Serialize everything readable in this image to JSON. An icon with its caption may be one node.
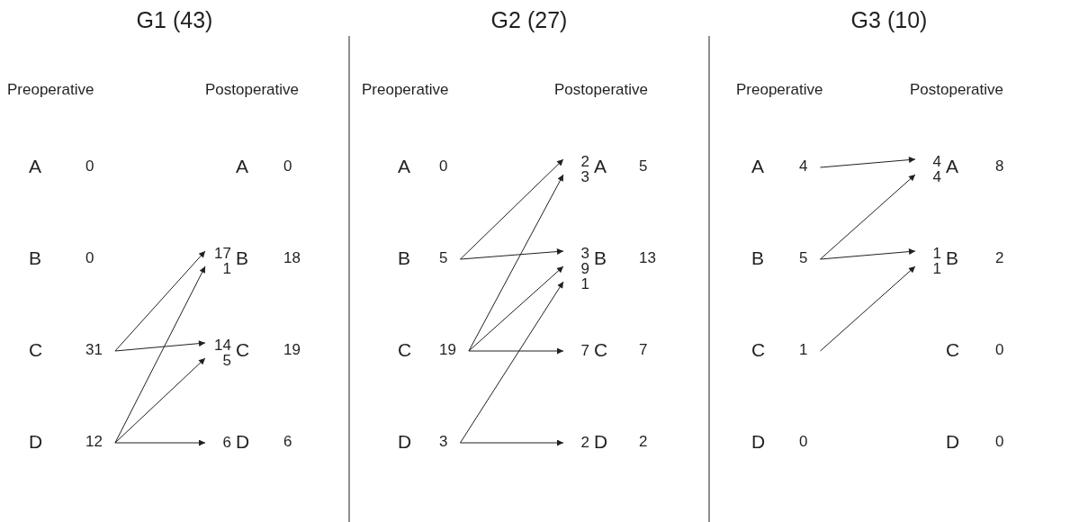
{
  "diagram": {
    "nodes": [
      {
        "text": [
          "A",
          "0"
        ]
      },
      {
        "text": [
          "A",
          "0"
        ]
      },
      {
        "text": [
          "B",
          "0"
        ]
      },
      {
        "text": [
          "B",
          "18"
        ]
      },
      {
        "text": [
          "C",
          "31"
        ]
      },
      {
        "text": [
          "C",
          "19"
        ]
      },
      {
        "text": [
          "D",
          "12"
        ]
      },
      {
        "text": [
          "D",
          "6"
        ]
      },
      {
        "text": [
          "A",
          "0"
        ]
      },
      {
        "text": [
          "A",
          "5"
        ]
      },
      {
        "text": [
          "B",
          "5"
        ]
      },
      {
        "text": [
          "B",
          "13"
        ]
      },
      {
        "text": [
          "C",
          "19"
        ]
      },
      {
        "text": [
          "C",
          "7"
        ]
      },
      {
        "text": [
          "D",
          "3"
        ]
      },
      {
        "text": [
          "D",
          "2"
        ]
      },
      {
        "text": [
          "A",
          "4"
        ]
      },
      {
        "text": [
          "A",
          "8"
        ]
      },
      {
        "text": [
          "B",
          "5"
        ]
      },
      {
        "text": [
          "B",
          "2"
        ]
      },
      {
        "text": [
          "C",
          "1"
        ]
      },
      {
        "text": [
          "C",
          "0"
        ]
      },
      {
        "text": [
          "D",
          "0"
        ]
      },
      {
        "text": [
          "D",
          "0"
        ]
      }
    ],
    "edges": [
      {
        "from": 4,
        "to": 3,
        "arrow": "to",
        "label": "17"
      },
      {
        "from": 6,
        "to": 3,
        "arrow": "to",
        "label": "1"
      },
      {
        "from": 4,
        "to": 5,
        "arrow": "to",
        "label": "14"
      },
      {
        "from": 6,
        "to": 5,
        "arrow": "to",
        "label": "5"
      },
      {
        "from": 6,
        "to": 7,
        "arrow": "to",
        "label": "6"
      },
      {
        "from": 10,
        "to": 9,
        "arrow": "to",
        "label": "2"
      },
      {
        "from": 12,
        "to": 9,
        "arrow": "to",
        "label": "3"
      },
      {
        "from": 10,
        "to": 11,
        "arrow": "to",
        "label": "3"
      },
      {
        "from": 12,
        "to": 11,
        "arrow": "to",
        "label": "9"
      },
      {
        "from": 14,
        "to": 11,
        "arrow": "to",
        "label": "1"
      },
      {
        "from": 12,
        "to": 13,
        "arrow": "to",
        "label": "7"
      },
      {
        "from": 14,
        "to": 15,
        "arrow": "to",
        "label": "2"
      },
      {
        "from": 16,
        "to": 17,
        "arrow": "to",
        "label": "4"
      },
      {
        "from": 18,
        "to": 17,
        "arrow": "to",
        "label": "4"
      },
      {
        "from": 18,
        "to": 19,
        "arrow": "to",
        "label": "1"
      },
      {
        "from": 20,
        "to": 19,
        "arrow": "to",
        "label": "1"
      }
    ],
    "labels": [
      "G1 (43)",
      "G2 (27)",
      "G3 (10)",
      "Preoperative",
      "Postoperative",
      "Preoperative",
      "Postoperative",
      "Preoperative",
      "Postoperative"
    ]
  }
}
